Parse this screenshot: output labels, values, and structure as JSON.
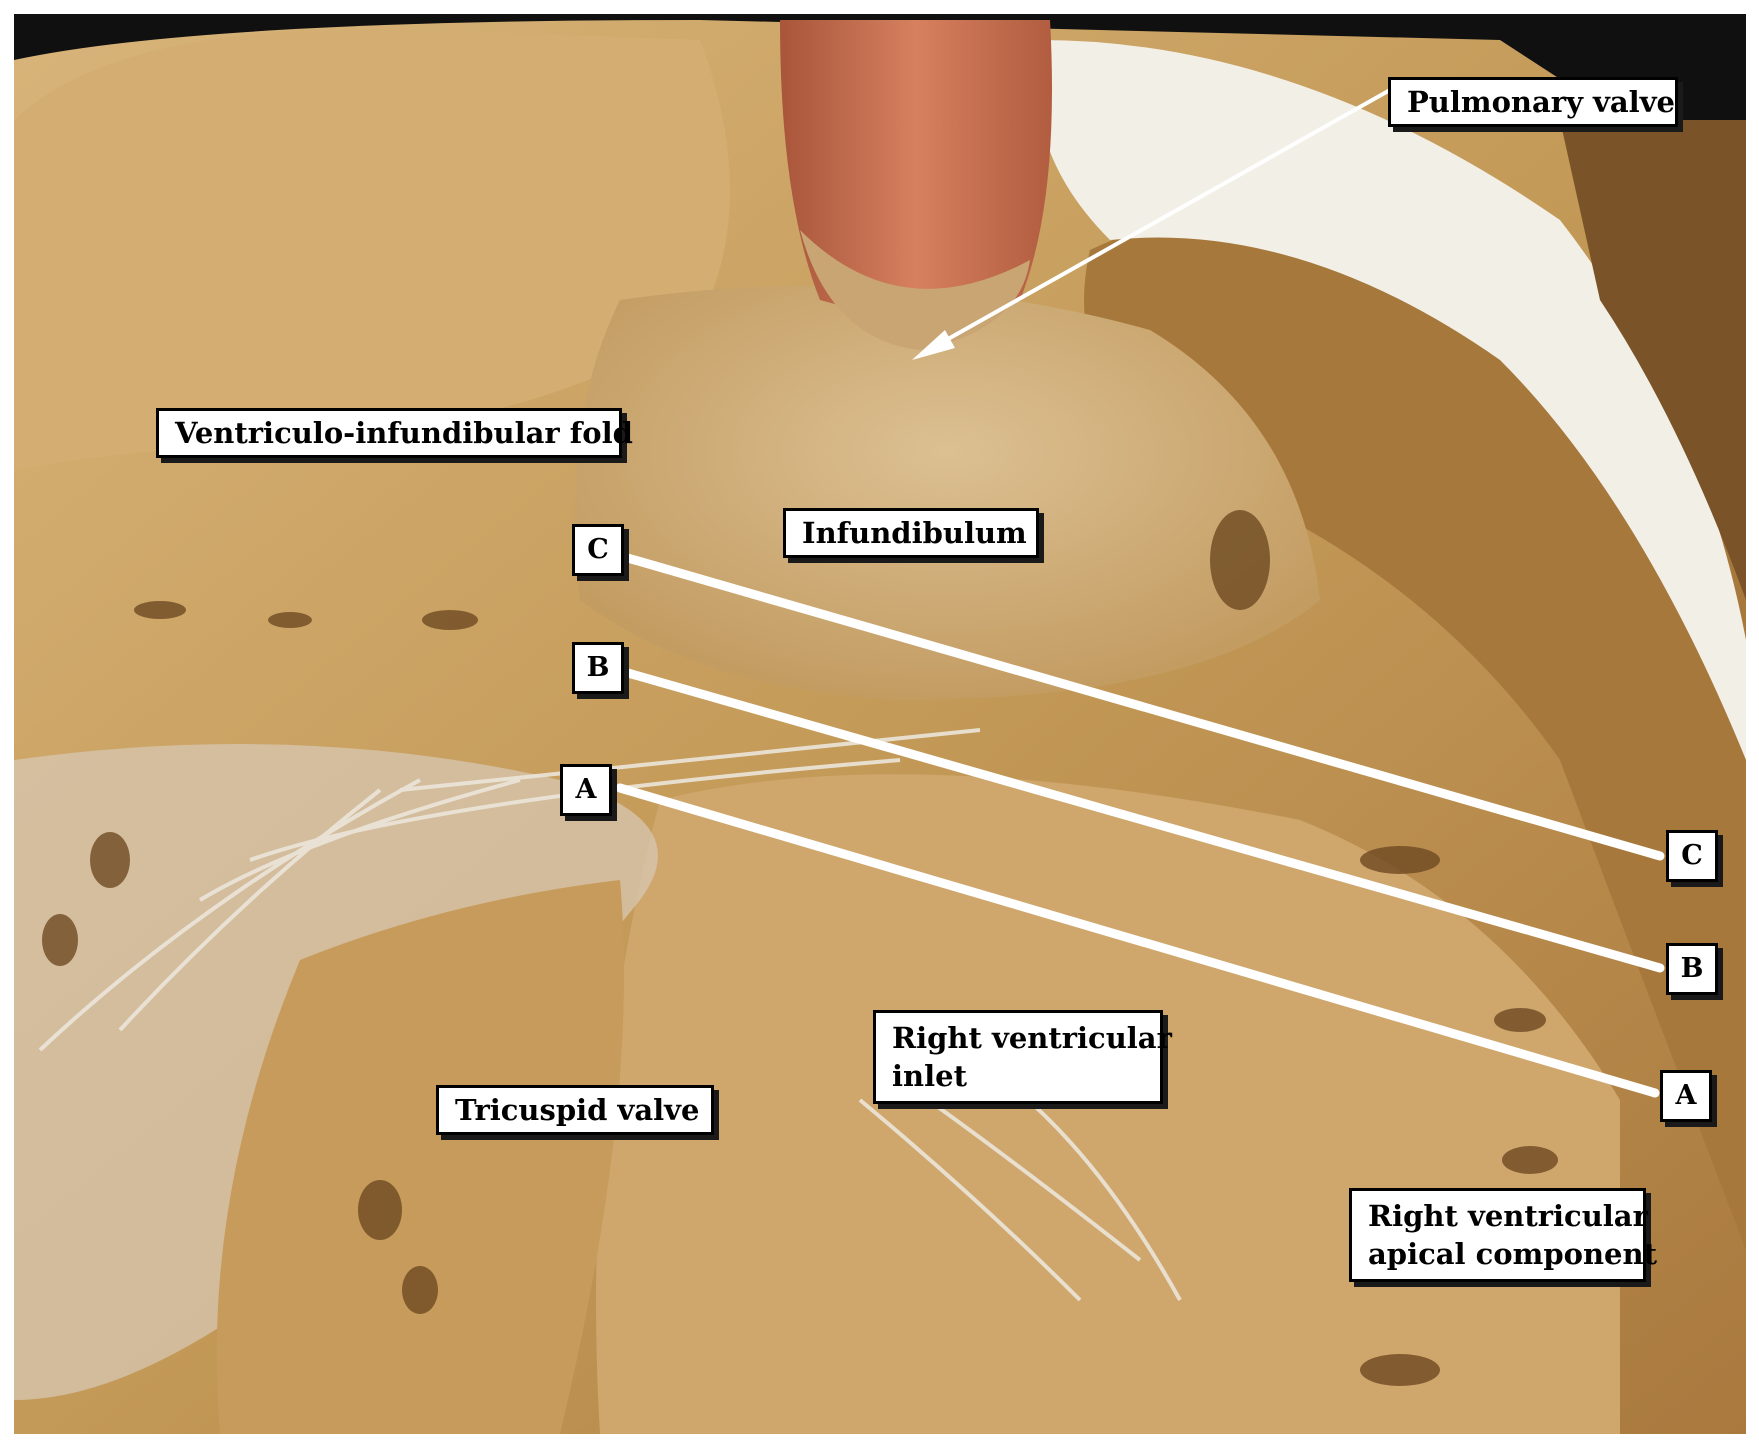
{
  "figure": {
    "specimen": "dissected heart, opened right ventricle",
    "colors": {
      "background": "#101010",
      "myocardium": "#c49a58",
      "myocardium_dark": "#8a6330",
      "infundibulum": "#d2b07a",
      "pulmonary_trunk": "#c76a4a",
      "fat": "#f2efe6",
      "chordae": "#e8e2d6"
    }
  },
  "labels": {
    "pulmonary_valve": "Pulmonary valve",
    "ventriculo_infundibular_fold": "Ventriculo-infundibular fold",
    "infundibulum": "Infundibulum",
    "rv_inlet_line1": "Right ventricular",
    "rv_inlet_line2": "inlet",
    "tricuspid_valve": "Tricuspid valve",
    "rv_apical_line1": "Right ventricular",
    "rv_apical_line2": "apical component"
  },
  "markers": {
    "a": "A",
    "b": "B",
    "c": "C"
  }
}
